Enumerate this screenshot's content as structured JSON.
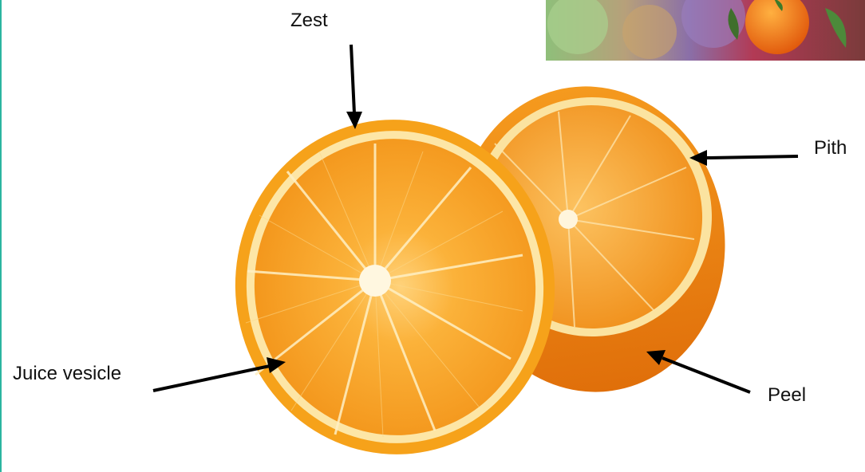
{
  "labels": {
    "zest": "Zest",
    "pith": "Pith",
    "juice_vesicle": "Juice vesicle",
    "peel": "Peel"
  },
  "colors": {
    "peel": "#f08a0e",
    "pith": "#fbe3a0",
    "flesh": "#f7a21c",
    "arrow": "#000000",
    "accent_border": "#2bb5a0"
  }
}
